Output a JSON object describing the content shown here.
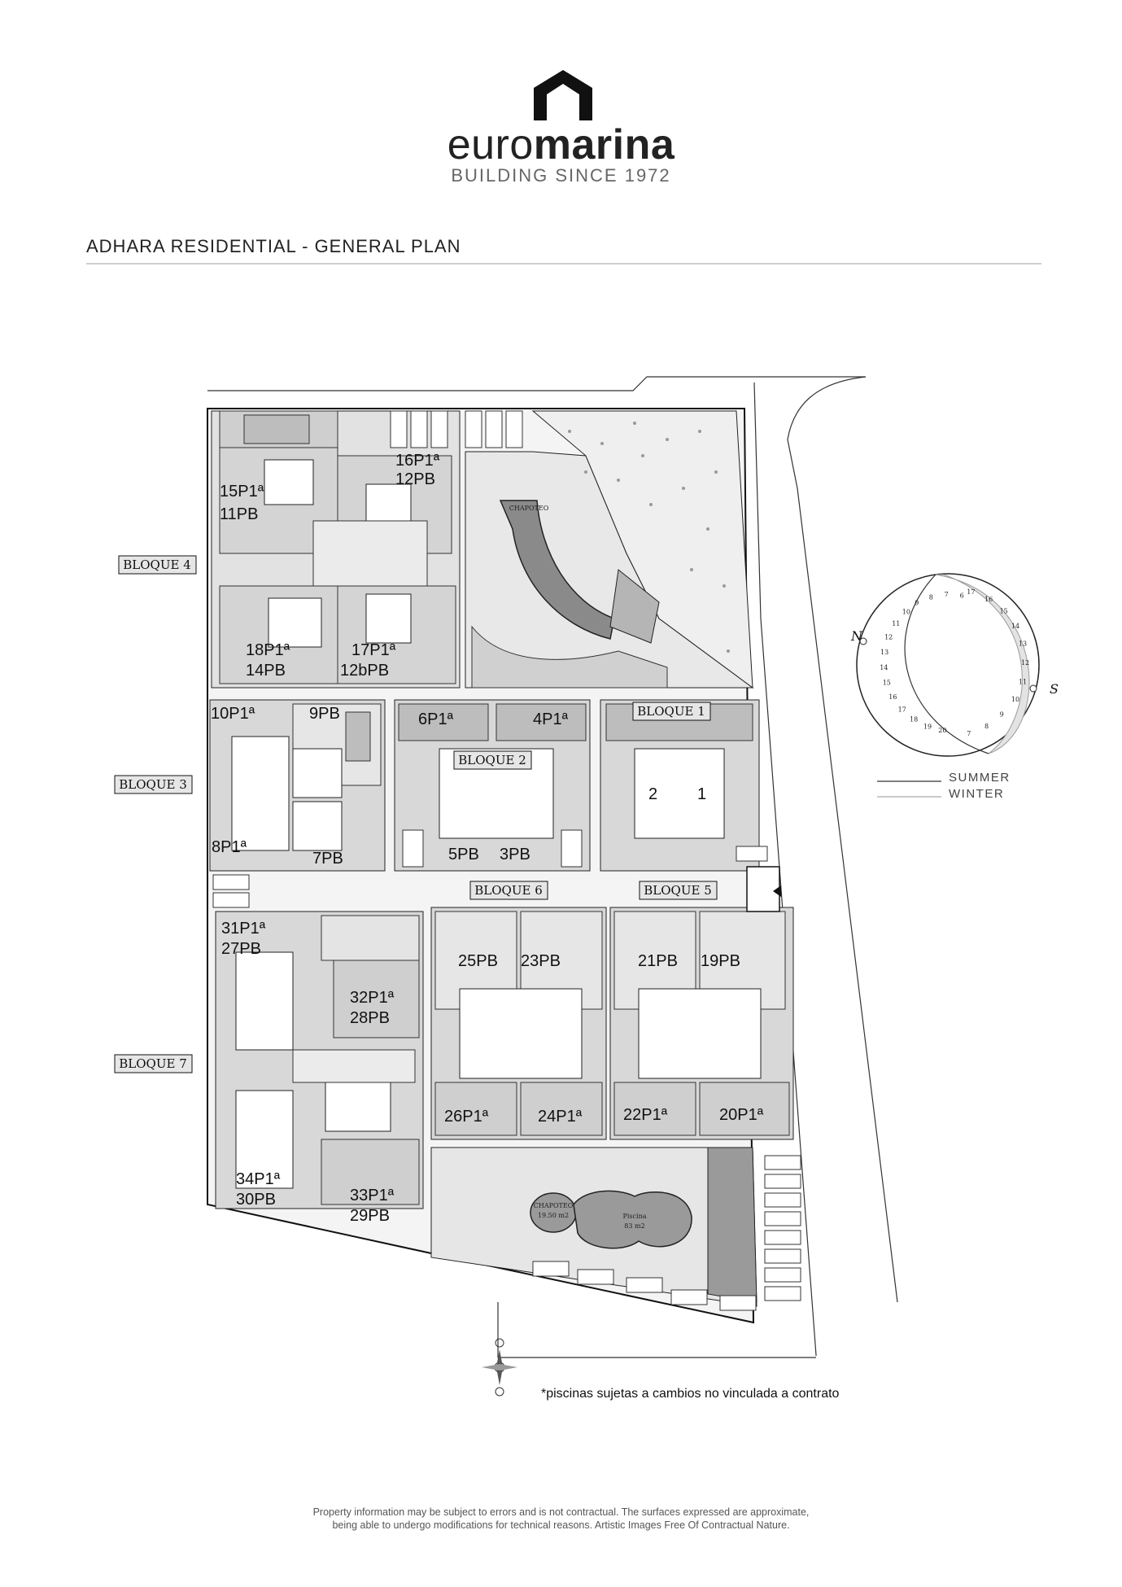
{
  "brand": {
    "name_light": "euro",
    "name_bold": "marina",
    "tagline": "BUILDING SINCE 1972"
  },
  "document": {
    "title": "ADHARA RESIDENTIAL - GENERAL PLAN"
  },
  "blocks": {
    "b1": "BLOQUE 1",
    "b2": "BLOQUE 2",
    "b3": "BLOQUE 3",
    "b4": "BLOQUE 4",
    "b5": "BLOQUE 5",
    "b6": "BLOQUE 6",
    "b7": "BLOQUE 7"
  },
  "units": {
    "u15": "15P1ª",
    "u11": "11PB",
    "u16": "16P1ª",
    "u12": "12PB",
    "u18": "18P1ª",
    "u14": "14PB",
    "u17": "17P1ª",
    "u12b": "12bPB",
    "u10": "10P1ª",
    "u9": "9PB",
    "u8": "8P1ª",
    "u7": "7PB",
    "u6": "6P1ª",
    "u4": "4P1ª",
    "u5": "5PB",
    "u3": "3PB",
    "u2": "2",
    "u1": "1",
    "u31": "31P1ª",
    "u27": "27PB",
    "u32": "32P1ª",
    "u28": "28PB",
    "u34": "34P1ª",
    "u30": "30PB",
    "u33": "33P1ª",
    "u29": "29PB",
    "u25": "25PB",
    "u23": "23PB",
    "u26": "26P1ª",
    "u24": "24P1ª",
    "u21": "21PB",
    "u19": "19PB",
    "u22": "22P1ª",
    "u20": "20P1ª"
  },
  "amenities": {
    "chapoteo_top": "CHAPOTEO",
    "chapoteo_bottom": "CHAPOTEO",
    "chapoteo_area": "19.50 m2",
    "piscina": "Piscina",
    "piscina_area": "83 m2"
  },
  "sun_diagram": {
    "north": "N",
    "south": "S",
    "summer_label": "SUMMER",
    "winter_label": "WINTER",
    "hours_outer": [
      "6",
      "7",
      "8",
      "9",
      "10",
      "11",
      "12",
      "13",
      "14",
      "15",
      "16",
      "17",
      "18",
      "19",
      "20"
    ],
    "hours_inner": [
      "7",
      "8",
      "9",
      "10",
      "11",
      "12",
      "13",
      "14",
      "15",
      "16",
      "17"
    ]
  },
  "notes": {
    "pool": "*piscinas sujetas a cambios no vinculada a contrato",
    "disclaimer_line1": "Property information may be subject to errors and is not contractual. The surfaces expressed are approximate,",
    "disclaimer_line2": "being able to undergo modifications for technical reasons. Artistic Images Free Of Contractual Nature."
  },
  "colors": {
    "plan_fill": "#d9d9d9",
    "dark_fill": "#8a8a8a",
    "winter_fill": "#e3e3e3",
    "rule": "#cfcfcf"
  }
}
